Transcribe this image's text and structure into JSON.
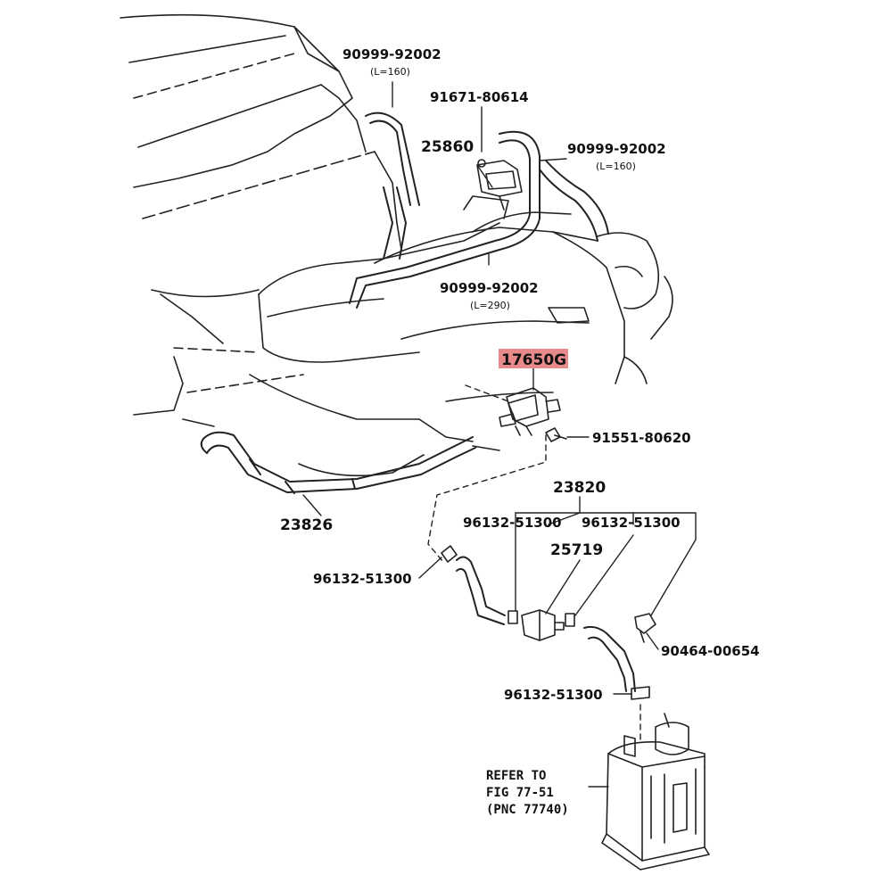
{
  "diagram": {
    "parts": {
      "hose_top_left": "90999-92002",
      "hose_top_left_len": "(L=160)",
      "bolt_top": "91671-80614",
      "vsv_top": "25860",
      "hose_top_right": "90999-92002",
      "hose_top_right_len": "(L=160)",
      "hose_middle": "90999-92002",
      "hose_middle_len": "(L=290)",
      "highlighted_valve": "17650G",
      "bolt_mid": "91551-80620",
      "pipe_assy": "23820",
      "clamp_a": "96132-51300",
      "clamp_b": "96132-51300",
      "filter": "25719",
      "hose_bottom_left": "23826",
      "clamp_left": "96132-51300",
      "clip_right": "90464-00654",
      "clamp_bottom": "96132-51300"
    },
    "refer": {
      "line1": "REFER TO",
      "line2": "FIG 77-51",
      "line3": "(PNC 77740)"
    },
    "colors": {
      "highlight": "#e88a8a",
      "line": "#222222"
    }
  }
}
